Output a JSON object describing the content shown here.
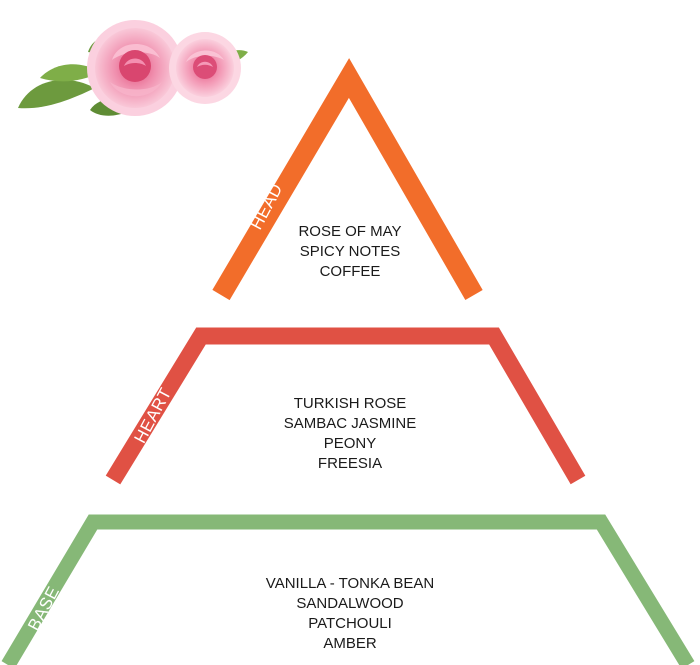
{
  "colors": {
    "head": "#f26d2a",
    "heart": "#e05144",
    "base": "#86b877",
    "text": "#1a1a1a"
  },
  "tiers": {
    "head": {
      "label": "HEAD",
      "notes": [
        "ROSE OF MAY",
        "SPICY NOTES",
        "COFFEE"
      ]
    },
    "heart": {
      "label": "HEART",
      "notes": [
        "TURKISH ROSE",
        "SAMBAC JASMINE",
        "PEONY",
        "FREESIA"
      ]
    },
    "base": {
      "label": "BASE",
      "notes": [
        "VANILLA - TONKA BEAN",
        "SANDALWOOD",
        "PATCHOULI",
        "AMBER"
      ]
    }
  },
  "decoration": {
    "image": "rose-flowers"
  }
}
